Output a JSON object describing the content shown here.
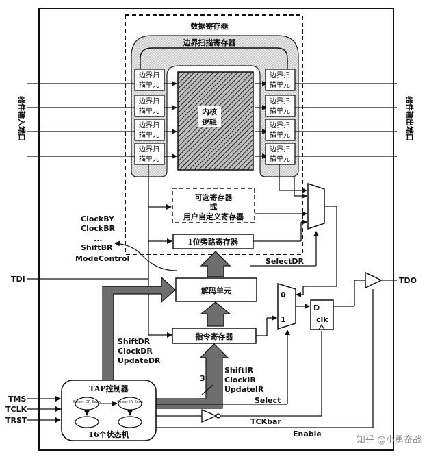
{
  "title": "数据寄存器",
  "boundary_scan_register": "边界扫描寄存器",
  "boundary_cell_line1": "边界扫",
  "boundary_cell_line2": "描单元",
  "core_line1": "内核",
  "core_line2": "逻辑",
  "device_input_port": "器件输入端口",
  "device_output_port": "器件输出端口",
  "optional_register_line1": "可选寄存器",
  "optional_register_line2": "或",
  "optional_register_line3": "用户自定义寄存器",
  "bypass_register": "1位旁路寄存器",
  "decoder": "解码单元",
  "instruction_register": "指令寄存器",
  "tap_controller": "TAP控制器",
  "state_machine": "16个状态机",
  "select_dr_scan": "Select_DR_Scan",
  "select_ir_scan": "Select_IR_Scan",
  "signals_dr": [
    "ShiftDR",
    "ClockDR",
    "UpdateDR"
  ],
  "signals_ir": [
    "ShiftIR",
    "ClockIR",
    "UpdateIR"
  ],
  "signals_br": [
    "ClockBY",
    "ClockBR",
    "...",
    "ShiftBR",
    "ModeControl"
  ],
  "bus_width": "3",
  "select_dr": "SelectDR",
  "select": "Select",
  "tckbar": "TCKbar",
  "enable": "Enable",
  "mux_in0": "0",
  "mux_in1": "1",
  "ff_d": "D",
  "ff_clk": "clk",
  "pins": {
    "tdi": "TDI",
    "tdo": "TDO",
    "tms": "TMS",
    "tclk": "TCLK",
    "trst": "TRST"
  },
  "watermark": "知乎 @小勇奋战"
}
